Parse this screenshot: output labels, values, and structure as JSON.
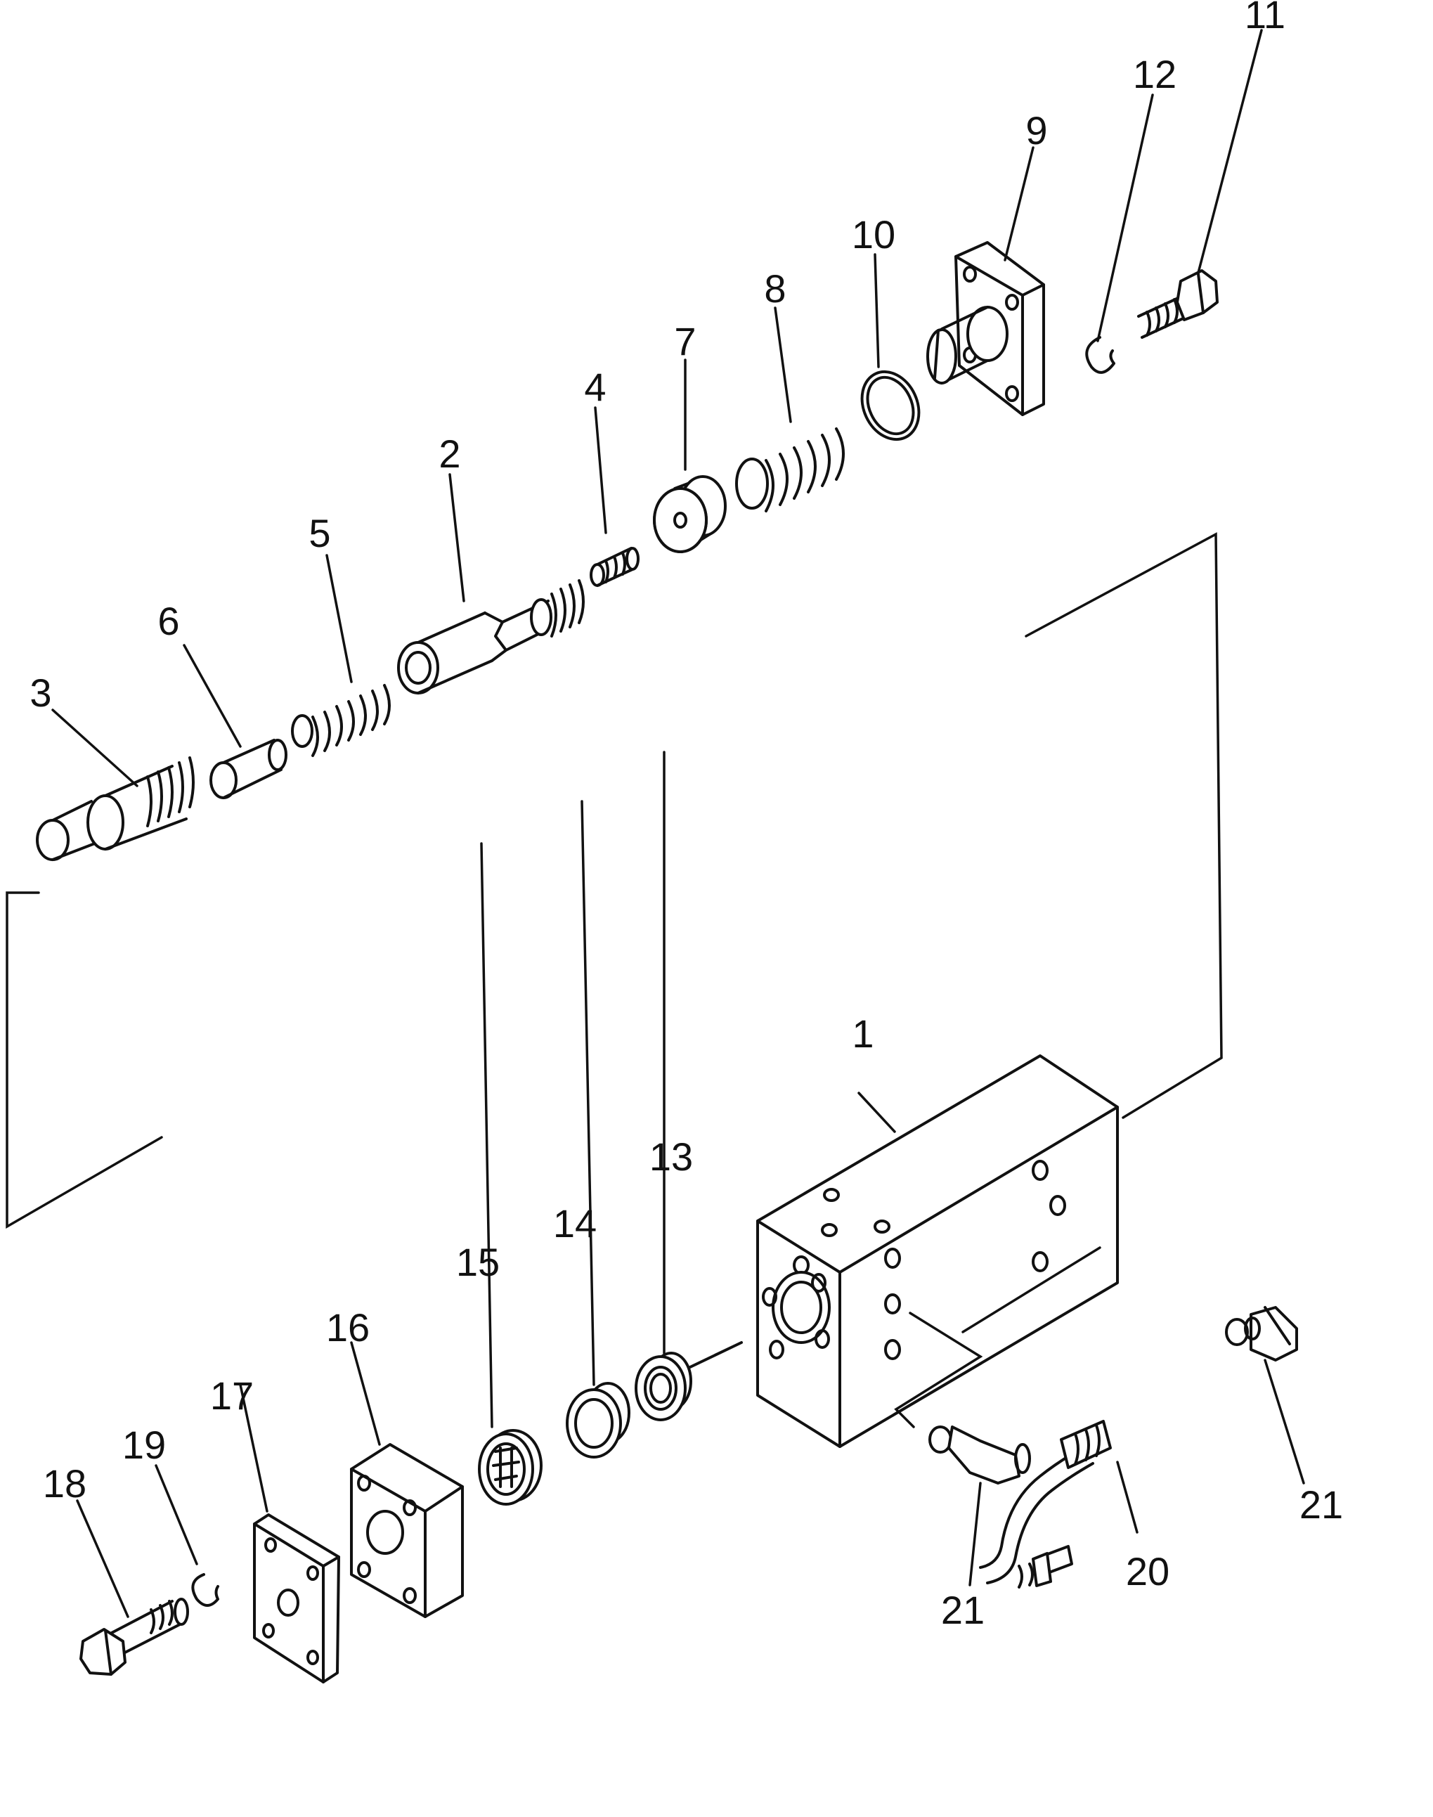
{
  "callouts": {
    "n1": "1",
    "n2": "2",
    "n3": "3",
    "n4": "4",
    "n5": "5",
    "n6": "6",
    "n7": "7",
    "n8": "8",
    "n9": "9",
    "n10": "10",
    "n11": "11",
    "n12": "12",
    "n13": "13",
    "n14": "14",
    "n15": "15",
    "n16": "16",
    "n17": "17",
    "n18": "18",
    "n19": "19",
    "n20": "20",
    "n21a": "21",
    "n21b": "21"
  }
}
